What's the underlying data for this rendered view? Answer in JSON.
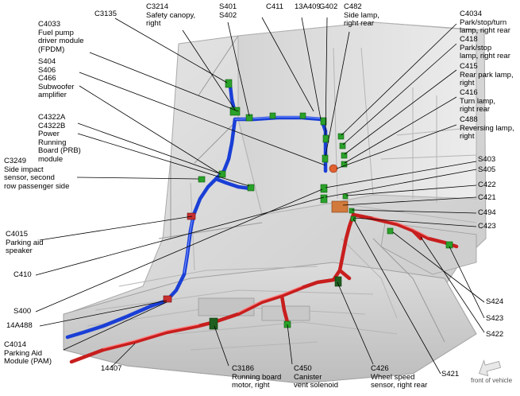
{
  "labels": {
    "c3135": "C3135",
    "c3214": "C3214\nSafety canopy,\nright",
    "s401": "S401\nS402",
    "c411": "C411",
    "a13a409": "13A409",
    "g402": "G402",
    "c482": "C482\nSide lamp,\nright rear",
    "c4034": "C4034\nPark/stop/turn\nlamp, right rear",
    "c418": "C418\nPark/stop\nlamp, right rear",
    "c415": "C415\nRear park lamp,\nright",
    "c416": "C416\nTurn lamp,\nright rear",
    "c488": "C488\nReversing lamp,\nright",
    "c4033": "C4033\nFuel pump\ndriver module\n(FPDM)",
    "s404": "S404\nS406\nC466\nSubwoofer\namplifier",
    "c4322": "C4322A\nC4322B\nPower\nRunning\nBoard (PRB)\nmodule",
    "c3249": "C3249\nSide impact\nsensor, second\nrow passenger side",
    "s403": "S403",
    "s405": "S405",
    "c422": "C422",
    "c421": "C421",
    "c494": "C494",
    "c423": "C423",
    "c4015": "C4015\nParking aid\nspeaker",
    "c410": "C410",
    "s400": "S400",
    "a14a488": "14A488",
    "c4014": "C4014\nParking Aid\nModule (PAM)",
    "a14407": "14407",
    "c3186": "C3186\nRunning board\nmotor, right",
    "c450": "C450\nCanister\nvent solenoid",
    "c426": "C426\nWheel speed\nsensor, right rear",
    "s421": "S421",
    "s424": "S424",
    "s423": "S423",
    "s422": "S422",
    "front_of_vehicle": "front of vehicle"
  },
  "colors": {
    "harness_blue": "#1a3fd6",
    "harness_red": "#c81e1e",
    "connector_green": "#2aa12a",
    "body_gray": "#d9d9d9"
  },
  "icons": {
    "front_arrow": "arrow-icon"
  }
}
